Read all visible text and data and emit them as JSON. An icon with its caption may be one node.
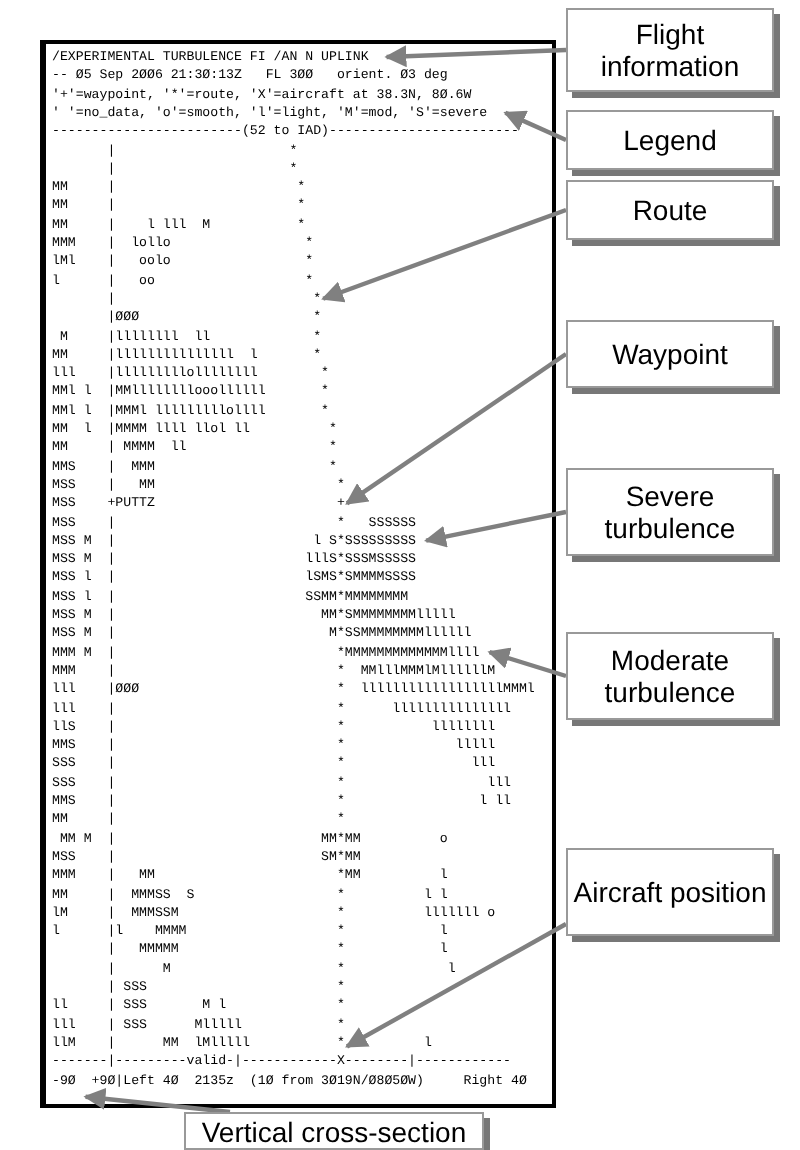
{
  "diagram": {
    "nodes": [
      {
        "text": [
          "/EXPERIMENTAL TURBULENCE FI /AN N UPLINK",
          "-- Ø5 Sep 2ØØ6 21:3Ø:13Z   FL 3ØØ   orient. Ø3 deg",
          "'+'=waypoint, '*'=route, 'X'=aircraft at 38.3N, 8Ø.6W",
          "' '=no_data, 'o'=smooth, 'l'=light, 'M'=mod, 'S'=severe",
          "------------------------(52 to IAD)------------------------",
          "       |                      *",
          "       |                      *",
          "MM     |                       *",
          "MM     |                       *",
          "MM     |    l lll  M           *",
          "MMM    |  lollo                 *",
          "lMl    |   oolo                 *",
          "l      |   oo                   *",
          "       |                         *",
          "       |ØØØ                      *",
          " M     |llllllll  ll             *",
          "MM     |lllllllllllllll  l       *",
          "lll    |lllllllllollllllll        *",
          "MMl l  |MMllllllllooollllll       *",
          "MMl l  |MMMl lllllllllollll       *",
          "MM  l  |MMMM llll llol ll          *",
          "MM     | MMMM  ll                  *",
          "MMS    |  MMM                      *",
          "MSS    |   MM                       *",
          "MSS    +PUTTZ                       +",
          "MSS    |                            *   SSSSSS",
          "MSS M  |                         l S*SSSSSSSSS",
          "MSS M  |                        lllS*SSSMSSSSS",
          "MSS l  |                        lSMS*SMMMMSSSS",
          "MSS l  |                        SSMM*MMMMMMMM",
          "MSS M  |                          MM*SMMMMMMMMlllll",
          "MSS M  |                           M*SSMMMMMMMMllllll",
          "MMM M  |                            *MMMMMMMMMMMMMllll",
          "MMM    |                            *  MMlllMMMlMllllllM",
          "lll    |ØØØ                         *  llllllllllllllllllMMMl",
          "lll    |                            *      lllllllllllllll",
          "llS    |                            *           llllllll",
          "MMS    |                            *              lllll",
          "SSS    |                            *                lll",
          "SSS    |                            *                  lll",
          "MMS    |                            *                 l ll",
          "MM     |                            *",
          " MM M  |                          MM*MM          o",
          "MSS    |                          SM*MM",
          "MMM    |   MM                       *MM          l",
          "MM     |  MMMSS  S                  *          l l",
          "lM     |  MMMSSM                    *          lllllll o",
          "l      |l    MMMM                   *            l",
          "       |   MMMMM                    *            l",
          "       |      M                     *             l",
          "       | SSS                        *",
          "ll     | SSS       M l              *",
          "lll    | SSS      Mlllll            *",
          "llM    |      MM  lMlllll           *          l",
          "-------|---------valid-|------------X--------|------------",
          "-9Ø  +9Ø|Left 4Ø  2135z  (1Ø from 3Ø19N/Ø8Ø5ØW)     Right 4Ø"
        ]
      },
      {
        "text": [
          "Flight information"
        ]
      },
      {
        "text": [
          "Legend"
        ]
      },
      {
        "text": [
          "Route"
        ]
      },
      {
        "text": [
          "Waypoint"
        ]
      },
      {
        "text": [
          "Severe turbulence"
        ]
      },
      {
        "text": [
          "Moderate turbulence"
        ]
      },
      {
        "text": [
          "Aircraft position"
        ]
      },
      {
        "text": [
          "Vertical cross-section"
        ]
      }
    ],
    "edges": [
      {
        "from": 1,
        "to": 0,
        "arrow": "to"
      },
      {
        "from": 2,
        "to": 0,
        "arrow": "to"
      },
      {
        "from": 3,
        "to": 0,
        "arrow": "to"
      },
      {
        "from": 4,
        "to": 0,
        "arrow": "to"
      },
      {
        "from": 5,
        "to": 0,
        "arrow": "to"
      },
      {
        "from": 6,
        "to": 0,
        "arrow": "to"
      },
      {
        "from": 7,
        "to": 0,
        "arrow": "to"
      },
      {
        "from": 8,
        "to": 0,
        "arrow": "to"
      }
    ]
  }
}
